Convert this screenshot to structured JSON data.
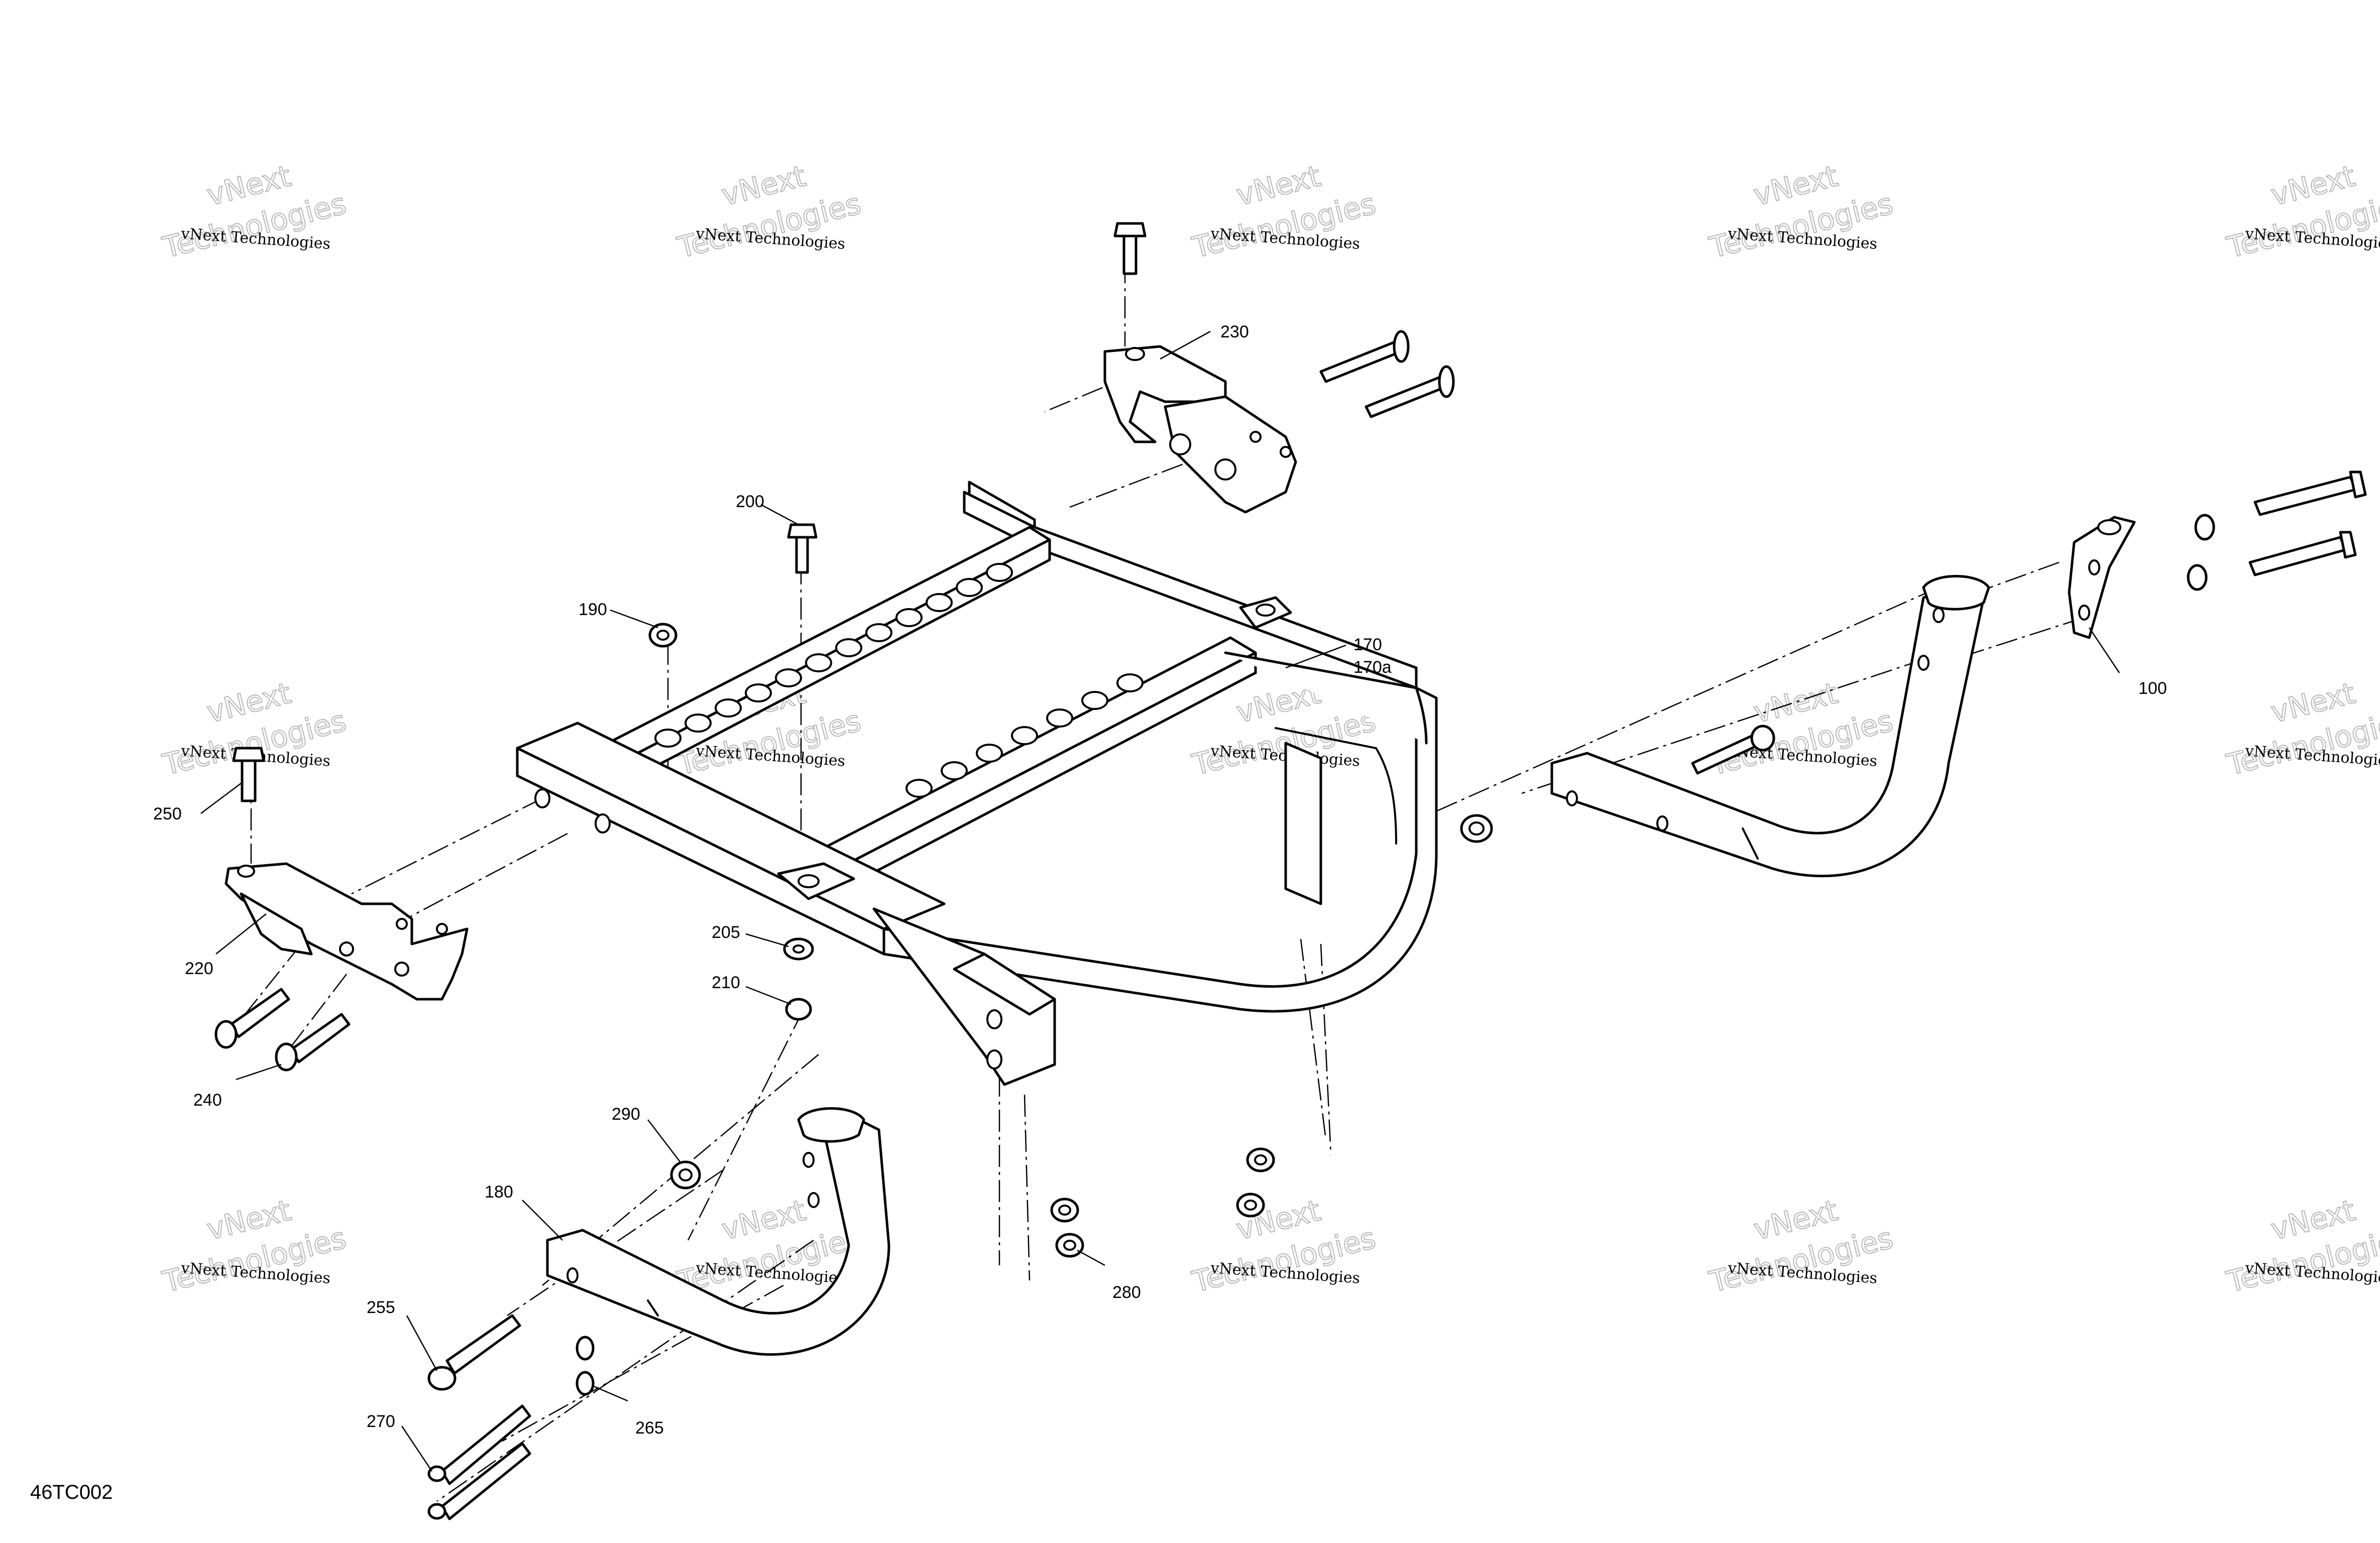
{
  "drawing_code": "46TC002",
  "watermark": {
    "brand": "vNext",
    "company": "Technologies",
    "full": "vNext Technologies"
  },
  "callouts": {
    "c100": "100",
    "c170": "170",
    "c170a": "170a",
    "c180": "180",
    "c190": "190",
    "c200": "200",
    "c205": "205",
    "c210": "210",
    "c220": "220",
    "c230": "230",
    "c240": "240",
    "c250": "250",
    "c255": "255",
    "c265": "265",
    "c270": "270",
    "c280": "280",
    "c290": "290"
  }
}
